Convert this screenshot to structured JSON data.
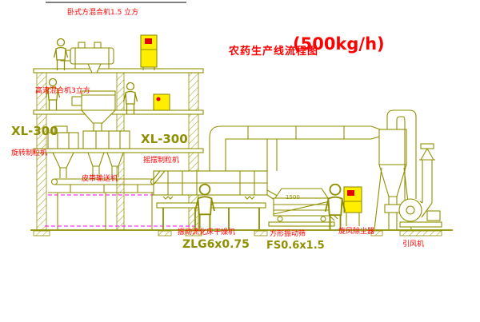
{
  "title": {
    "name": "农药生产线流程图",
    "capacity": "(500kg/h)"
  },
  "labels": {
    "horizontal_mixer": "卧式方混合机1.5 立方",
    "high_speed_mixer": "高速混合机3立方",
    "granulator_left_model": "XL-300",
    "granulator_left_name": "旋转制粒机",
    "granulator_right_model": "XL-300",
    "granulator_right_name": "摇摆制粒机",
    "belt_conveyor": "皮带输送机",
    "fluidized_bed_dryer": "振动流化床干燥机",
    "dryer_model": "ZLG6x0.75",
    "vibrating_screen": "方形振动筛",
    "screen_model": "FS0.6x1.5",
    "cyclone_dust_collector": "旋风除尘器",
    "induced_draft_fan": "引风机",
    "screen_dimension": "1500"
  },
  "colors": {
    "background": "#ffffff",
    "line": "#8f8f00",
    "label": "#ff0000",
    "model_text": "#8f8f00",
    "cabinet_fill": "#ffee00",
    "accent_red": "#e10000",
    "ground_dash": "#ff00ff"
  }
}
